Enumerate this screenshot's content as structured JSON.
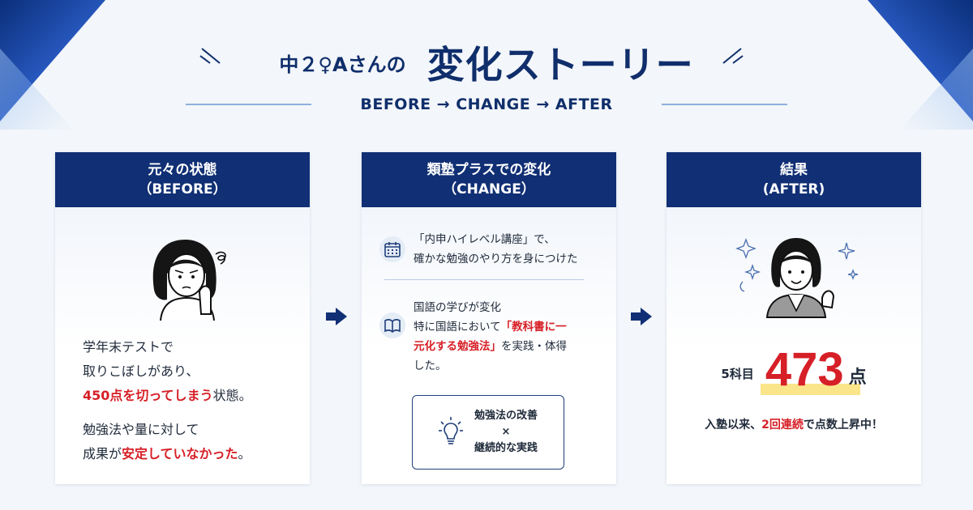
{
  "header": {
    "title_small": "中２♀Aさんの",
    "title_big": "変化ストーリー",
    "subtitle": "BEFORE → CHANGE → AFTER"
  },
  "before": {
    "heading_line1": "元々の状態",
    "heading_line2": "（BEFORE）",
    "para1_line1": "学年末テストで",
    "para1_line2": "取りこぼしがあり、",
    "para1_line3_red": "450点を切ってしまう",
    "para1_line3_rest": "状態。",
    "para2_line1": "勉強法や量に対して",
    "para2_line2_a": "成果が",
    "para2_line2_red": "安定していなかった",
    "para2_line2_b": "。"
  },
  "change": {
    "heading_line1": "類塾プラスでの変化",
    "heading_line2": "（CHANGE）",
    "item1_line1": "「内申ハイレベル講座」で、",
    "item1_line2": "確かな勉強のやり方を身につけた",
    "item2_title": "国語の学びが変化",
    "item2_line1_a": "特に国語において",
    "item2_line1_red": "「教科書に一",
    "item2_line2_red": "元化する勉強法」",
    "item2_line2_b": "を実践・体得",
    "item2_line3": "した。",
    "box_line1": "勉強法の改善",
    "box_line2": "×",
    "box_line3": "継続的な実践"
  },
  "after": {
    "heading_line1": "結果",
    "heading_line2": "(AFTER)",
    "score_label": "5科目",
    "score_value": "473",
    "score_unit": "点",
    "foot_a": "入塾以来、",
    "foot_red": "2回連続",
    "foot_b": "で点数上昇中！"
  },
  "icons": {
    "calendar": "calendar-icon",
    "book": "book-icon",
    "bulb": "lightbulb-icon",
    "arrow": "arrow-right-icon"
  },
  "colors": {
    "navy": "#102f74",
    "red": "#d61f26",
    "highlight": "#fbe58a"
  }
}
